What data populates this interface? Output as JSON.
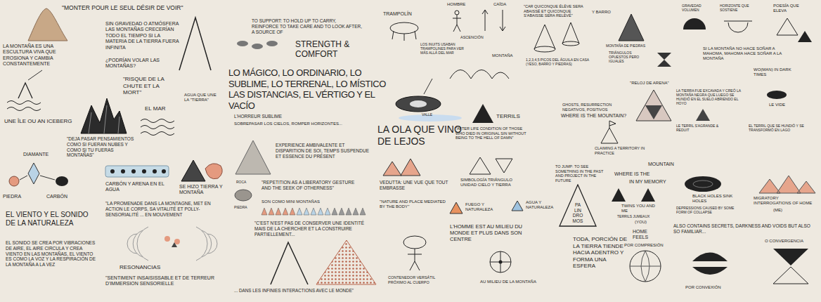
{
  "diagram": {
    "nodes": [
      {
        "text": [
          "PA LIN DRO MOS"
        ]
      }
    ],
    "labels": [
      "LA MONTAÑA ES UNA ESCULTURA VIVA QUE EROSIONA Y CAMBIA CONSTANTEMENTE",
      "\"MONTER POUR LE SEUL DÉSIR DE VOIR\"",
      "SIN GRAVEDAD O ATMÓSFERA LAS MONTAÑAS CRECERÍAN TODO EL TIEMPO SI LA MATERIA DE LA TIERRA FUERA INFINITA",
      "¿PODRÍAN VOLAR LAS MONTAÑAS?",
      "TO SUPPORT: TO HOLD UP TO CARRY, REINFORCE TO TAKE CARE AND TO LOOK AFTER, A SOURCE OF",
      "STRENGTH & COMFORT",
      "TRAMPOLÍN",
      "HOMBRE",
      "CAÍDA",
      "ASCENCIÓN",
      "LOS INUITS USABAN TRAMPOLINES PARA VER MÁS ALLÁ DEL MAR",
      "MONTAÑA",
      "\"CAR QUICONQUE ÉLÈVE SERA ABAISSÉ ET QUICONQUE S'ABAISSE SERA RELEVÉ\"",
      "Y BARRO",
      "MONTAÑA DE PIEDRAS",
      "TRIÁNGULOS OPUESTOS PERO IGUALES",
      "1,2,3,4,5 PICOS DEL ÁGUILA EN CASA (YESO, BARRO Y PIEDRAS)",
      "GRAVEDAD VOLUMEN",
      "HORIZONTE QUE SOSTIENE",
      "POESÍA QUE ELEVA",
      "SI LA MONTAÑA NO HACE SOÑAR A MAHOMA, MAHOMA HACE SOÑAR A LA MONTAÑA",
      "UNE ÎLE OU AN ICEBERG",
      "\"RISQUE DE LA CHUTE ET LA MORT\"",
      "EL MAR",
      "AGUA QUE UNE LA \"TIERRA\"",
      "LO MÁGICO, LO ORDINARIO, LO SUBLIME, LO TERRENAL, LO MÍSTICO LAS DISTANCIAS, EL VÉRTIGO Y EL VACÍO",
      "VALLE",
      "\"RELOJ DE ARENA\"",
      "WO(MAN) IN DARK TIMES",
      "LA TIERRA FUE EXCAVADA Y CREÓ LA MONTAÑA NEGRA QUE LUEGO SE HUNDIÓ EN EL SUELO ABRIENDO EL HOYO",
      "LE VIDE",
      "L'HORREUR SUBLIME",
      "SOBREPASAR LOS CIELOS, ROMPER HORIZONTES...",
      "LA OLA QUE VINO DE LEJOS",
      "TERRILS",
      "\"AFTER LIFE CONDITION OF THOSE WHO DIED IN ORIGINAL SIN WITHOUT BEING TO THE HELL OF DAMN\"",
      "GHOSTS, RESURRECTION NEGATIVOS, POSITIVOS",
      "WHERE IS THE MOUNTAIN?",
      "CLAIMING A TERRITORY IN PRACTICE",
      "LE TERRIL S'AGRANDE & REDUIT",
      "EL TERRIL QUE SE HUNDIÓ Y SE TRANSFORMÓ EN LAGO",
      "DIAMANTE",
      "\"DEJA PASAR PENSAMIENTOS COMO SI FUERAN NUBES Y COMO SI TU FUERAS MONTAÑAS\"",
      "EXPERIENCE AMBIVALENTE ET DISPARITION DE SOI, TEMPS SUSPENDUE ET ESSENCE DU PRÉSENT",
      "TO JUMP: TO SEE SOMETHING IN THE PAST AND PROJECT IN THE FUTURE",
      "MOUNTAIN",
      "WHERE IS THE",
      "IN MY MEMORY",
      "PIEDRA",
      "CARBÓN",
      "CARBÓN Y ARENA EN EL AGUA",
      "SE HIZO TIERRA Y MONTAÑA",
      "ROCA",
      "PIEDRA",
      "\"REPETITION AS A LIBERATORY GESTURE AND THE SEEK OF OTHERNESS\"",
      "SON COMO MINI MONTAÑAS",
      "VEDUTTA: UNE VUE QUE TOUT EMBRASSE",
      "SIMBOLOGÍA TRIÁNGULO UNIDAD CIELO Y TIERRA",
      "\"NATURE AND PLACE MEDIATED BY THE BODY\"",
      "FUEGO Y NATURALEZA",
      "AGUA Y NATURALEZA",
      "BLACK HOLES SINK HOLES",
      "DEPRESSIONS CAUSED BY SOME FORM OF COLLAPSE",
      "MIGRATORY INTERROGATIONS OF HOME",
      "(ME)",
      "TWINS YOU AND ME",
      "TERRILS JUMEAUX",
      "(YOU)",
      "EL VIENTO Y EL SONIDO DE LA NATURALEZA",
      "\"LA PROMENADE DANS LA MONTAGNE, MET EN ACTION LE CORPS, SA VITALITÉ ET POLLY-SENSORIALITÉ ... EN MOUVEMENT",
      "\"C'EST N'EST PAS DE CONSERVER UNE IDENTITÉ MAIS DE LA CHERCHER ET LA CONSTRUIRE PARTIELLEMENT...",
      "L'HOMME EST AU MILIEU DU MONDE ET PLUS DANS SON CENTRE",
      "TODA, PORCIÓN DE LA TIERRA TIENDE HACIA ADENTRO Y FORMA UNA ESFERA",
      "HOME FEELS",
      "ALSO CONTAINS SECRETS, DARKNESS AND VOIDS BUT ALSO SO FAMILIAR...",
      "O CONVERGENCIA",
      "EL SONIDO SE CREA POR VIBRACIONES DE AIRE, EL AIRE CIRCULA Y CREA VIENTO EN LAS MONTAÑAS, EL VIENTO ES COMO LA VOZ Y LA RESPIRACIÓN DE LA MONTAÑA A LA VEZ",
      "RESONANCIAS",
      "\"SENTIMENT INSAISISSABLE ET DE TERREUR D'IMMERSION SENSORIELLE",
      "CONTENEDOR VERSÁTIL PRÓXIMO AL CUERPO",
      "POR COMPRESIÓN",
      "AU MILIEU DE LA MONTAÑA",
      "... DANS LES INFINIES INTERACTIONS AVEC LE MONDE\"",
      "POR CONVEXIÓN"
    ]
  }
}
